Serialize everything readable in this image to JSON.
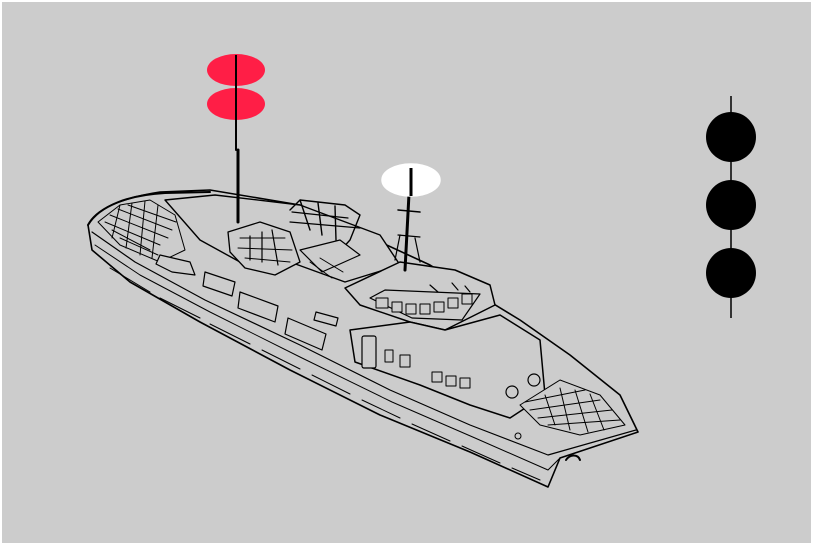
{
  "scene": {
    "subject": "vessel-line-drawing",
    "colors": {
      "background": "#cccccc",
      "frame": "#ffffff",
      "outline": "#000000",
      "hull_fill": "#cccccc",
      "red_light": "#ff1e46",
      "white_light": "#ffffff",
      "black_ball": "#000000"
    },
    "masthead_lights": [
      {
        "color": "red"
      },
      {
        "color": "red"
      }
    ],
    "superstructure_light": {
      "color": "white"
    },
    "day_shapes": {
      "shape": "ball",
      "count": 3,
      "arrangement": "vertical"
    }
  }
}
